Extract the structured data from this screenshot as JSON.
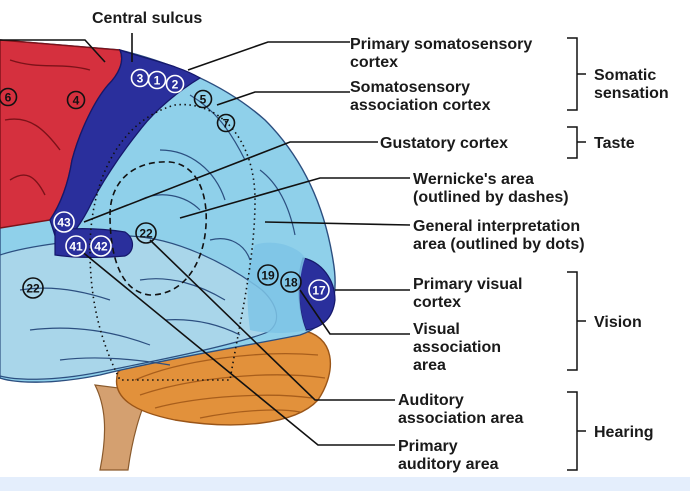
{
  "diagram": {
    "labels": {
      "central_sulcus": "Central sulcus",
      "primary_somatosensory": [
        "Primary somatosensory",
        "cortex"
      ],
      "somatosensory_association": [
        "Somatosensory",
        "association cortex"
      ],
      "gustatory": "Gustatory cortex",
      "wernicke": [
        "Wernicke's area",
        "(outlined by dashes)"
      ],
      "general_interpretation": [
        "General interpretation",
        "area (outlined by dots)"
      ],
      "primary_visual": [
        "Primary visual",
        "cortex"
      ],
      "visual_association": [
        "Visual",
        "association",
        "area"
      ],
      "auditory_association": [
        "Auditory",
        "association area"
      ],
      "primary_auditory": [
        "Primary",
        "auditory area"
      ]
    },
    "groups": {
      "somatic_sensation": [
        "Somatic",
        "sensation"
      ],
      "taste": "Taste",
      "vision": "Vision",
      "hearing": "Hearing"
    },
    "areas": [
      "6",
      "4",
      "3",
      "1",
      "2",
      "5",
      "7",
      "43",
      "41",
      "42",
      "22",
      "22",
      "19",
      "18",
      "17"
    ],
    "colors": {
      "motor_red": "#d5303e",
      "primary_sensory_blue": "#2a2f9c",
      "association_light_blue": "#8fd0ea",
      "temporal_blue": "#a9d6ea",
      "cerebellum_orange": "#e2913b",
      "brainstem": "#d4a070",
      "footer_bar": "#e4eefc"
    }
  }
}
